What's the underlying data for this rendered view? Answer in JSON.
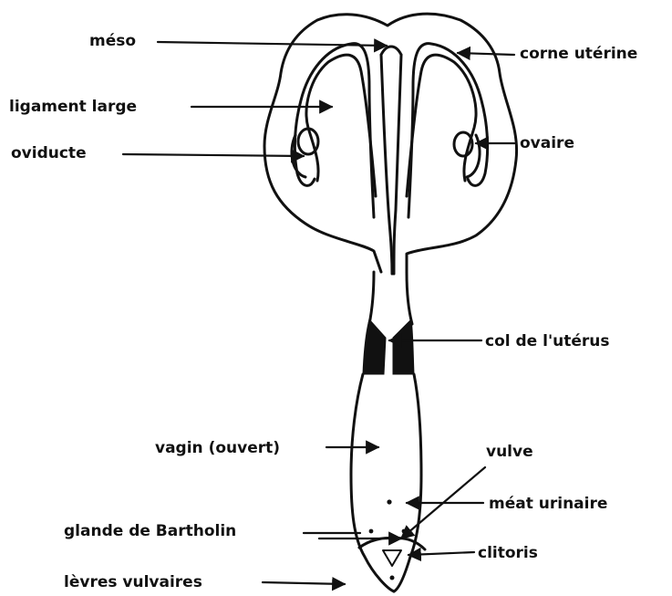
{
  "labels": {
    "meso": "méso",
    "corne_uterine": "corne utérine",
    "ligament_large": "ligament large",
    "oviducte": "oviducte",
    "ovaire": "ovaire",
    "col_uterus": "col de l'utérus",
    "vagin": "vagin (ouvert)",
    "vulve": "vulve",
    "meat_urinaire": "méat urinaire",
    "glande_bartholin": "glande de Bartholin",
    "clitoris": "clitoris",
    "levres_vulvaires": "lèvres vulvaires"
  },
  "colors": {
    "ink": "#111111",
    "background": "#ffffff"
  }
}
